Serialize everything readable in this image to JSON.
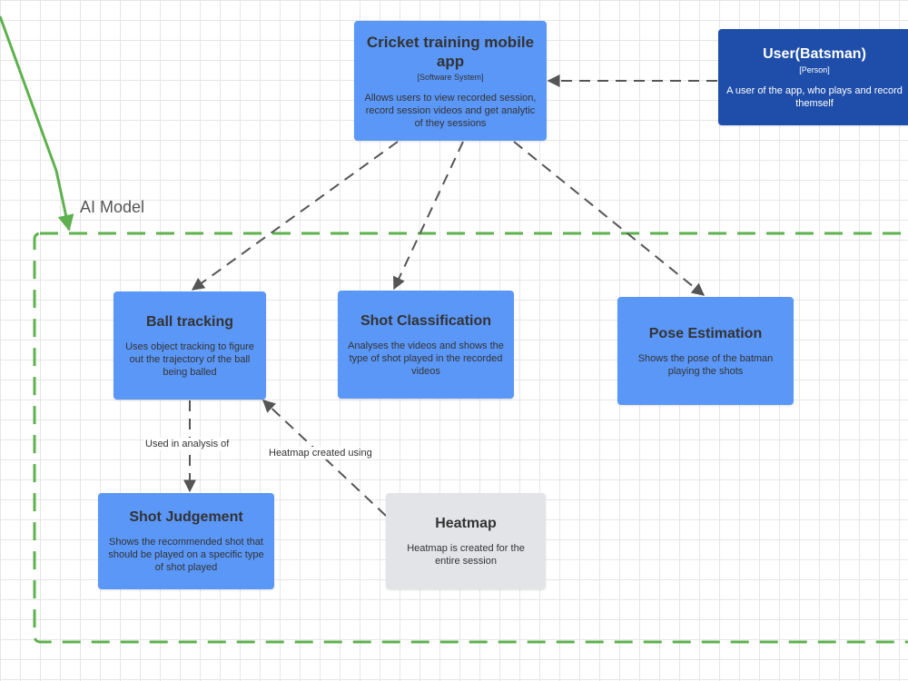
{
  "group": {
    "label": "AI Model",
    "border_color": "#5fb14f"
  },
  "colors": {
    "container": "#5b97f7",
    "person": "#1f4eaa",
    "external": "#e2e4e8",
    "connector": "#555555",
    "input_arrow": "#5fb14f"
  },
  "nodes": {
    "app": {
      "title": "Cricket training mobile app",
      "tag": "[Software System]",
      "desc": "Allows users to view recorded session, record session videos and get analytic of they sessions"
    },
    "user": {
      "title": "User(Batsman)",
      "tag": "[Person]",
      "desc": "A user of the app, who plays and record themself"
    },
    "ball_tracking": {
      "title": "Ball tracking",
      "desc": "Uses object tracking to figure out the trajectory of the ball being balled"
    },
    "shot_classification": {
      "title": "Shot Classification",
      "desc": "Analyses the videos and shows the type of shot played in the recorded videos"
    },
    "pose_estimation": {
      "title": "Pose Estimation",
      "desc": "Shows the pose of the batman playing the shots"
    },
    "shot_judgement": {
      "title": "Shot Judgement",
      "desc": "Shows the recommended shot that should be played on a specific type of shot played"
    },
    "heatmap": {
      "title": "Heatmap",
      "desc": "Heatmap is created for the entire session"
    }
  },
  "edges": {
    "used_in_analysis": "Used in analysis of",
    "heatmap_created_using": "Heatmap created using"
  }
}
